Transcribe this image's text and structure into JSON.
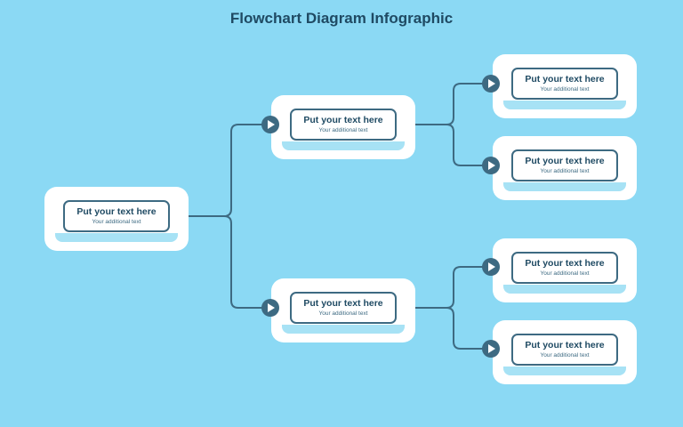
{
  "title": "Flowchart Diagram Infographic",
  "nodes": [
    {
      "id": "root",
      "heading": "Put your text here",
      "sub": "Your additional text"
    },
    {
      "id": "mid-top",
      "heading": "Put your text here",
      "sub": "Your additional text"
    },
    {
      "id": "mid-bottom",
      "heading": "Put your text here",
      "sub": "Your additional text"
    },
    {
      "id": "leaf-1",
      "heading": "Put your text here",
      "sub": "Your additional text"
    },
    {
      "id": "leaf-2",
      "heading": "Put your text here",
      "sub": "Your additional text"
    },
    {
      "id": "leaf-3",
      "heading": "Put your text here",
      "sub": "Your additional text"
    },
    {
      "id": "leaf-4",
      "heading": "Put your text here",
      "sub": "Your additional text"
    }
  ],
  "edges": [
    [
      "root",
      "mid-top"
    ],
    [
      "root",
      "mid-bottom"
    ],
    [
      "mid-top",
      "leaf-1"
    ],
    [
      "mid-top",
      "leaf-2"
    ],
    [
      "mid-bottom",
      "leaf-3"
    ],
    [
      "mid-bottom",
      "leaf-4"
    ]
  ],
  "colors": {
    "background": "#8bd9f4",
    "accent": "#3d6a82",
    "text": "#1f4a63",
    "card": "#ffffff"
  },
  "icons": {
    "arrow": "play-arrow-icon"
  }
}
